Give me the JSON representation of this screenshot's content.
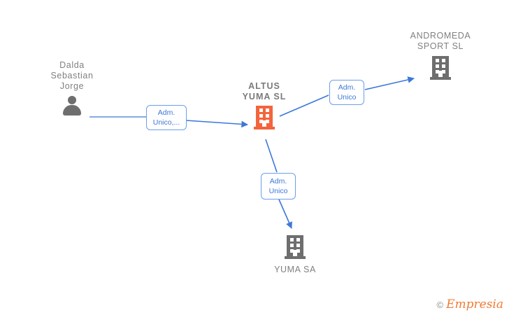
{
  "diagram": {
    "type": "corporate-relationship-graph",
    "background_color": "#ffffff",
    "edge_color": "#3c78d8",
    "focus_color": "#f4643c",
    "neutral_color": "#808080",
    "nodes": [
      {
        "id": "dalda-sebastian-jorge",
        "label": "Dalda\nSebastian\nJorge",
        "kind": "person",
        "icon": "person-icon",
        "label_position": "above"
      },
      {
        "id": "altus-yuma-sl",
        "label": "ALTUS\nYUMA  SL",
        "kind": "company",
        "icon": "building-icon",
        "label_position": "above",
        "focus": true
      },
      {
        "id": "andromeda-sport-sl",
        "label": "ANDROMEDA\nSPORT  SL",
        "kind": "company",
        "icon": "building-icon",
        "label_position": "above"
      },
      {
        "id": "yuma-sa",
        "label": "YUMA SA",
        "kind": "company",
        "icon": "building-icon",
        "label_position": "below"
      }
    ],
    "edges": [
      {
        "id": "edge-dalda-to-altus",
        "from": "dalda-sebastian-jorge",
        "to": "altus-yuma-sl",
        "label": "Adm.\nUnico,..."
      },
      {
        "id": "edge-altus-to-andromeda",
        "from": "altus-yuma-sl",
        "to": "andromeda-sport-sl",
        "label": "Adm.\nUnico"
      },
      {
        "id": "edge-altus-to-yuma",
        "from": "altus-yuma-sl",
        "to": "yuma-sa",
        "label": "Adm.\nUnico"
      }
    ]
  },
  "watermark": {
    "copyright": "©",
    "brand": "Empresia"
  }
}
